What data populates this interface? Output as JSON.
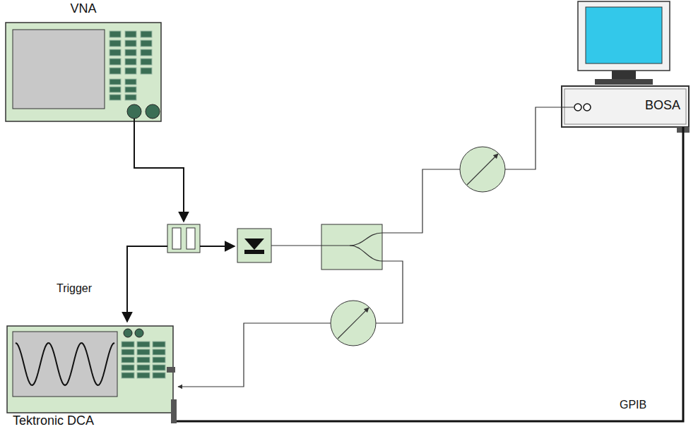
{
  "diagram": {
    "nodes": [
      {
        "text": [
          "VNA"
        ]
      },
      {
        "text": [
          "BOSA"
        ]
      },
      {
        "text": [
          "Tektronic DCA"
        ]
      }
    ],
    "edges": [
      {
        "from": 2,
        "to": 1,
        "arrow": "none",
        "label": "GPIB"
      }
    ],
    "labels": [
      "Trigger"
    ]
  }
}
